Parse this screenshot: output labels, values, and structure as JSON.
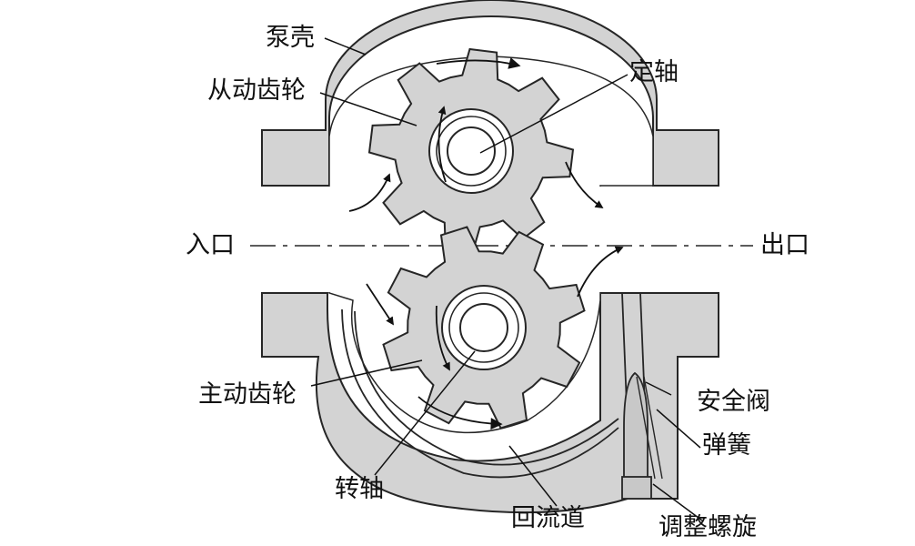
{
  "labels": {
    "pump_casing": "泵壳",
    "driven_gear": "从动齿轮",
    "fixed_shaft": "定轴",
    "inlet": "入口",
    "outlet": "出口",
    "driving_gear": "主动齿轮",
    "safety_valve": "安全阀",
    "spring": "弹簧",
    "rotating_shaft": "转轴",
    "return_channel": "回流道",
    "adjusting_screw": "调整螺旋"
  },
  "colors": {
    "fill": "#d3d3d3",
    "interior": "#ffffff",
    "stroke": "#262626",
    "text": "#111111"
  }
}
